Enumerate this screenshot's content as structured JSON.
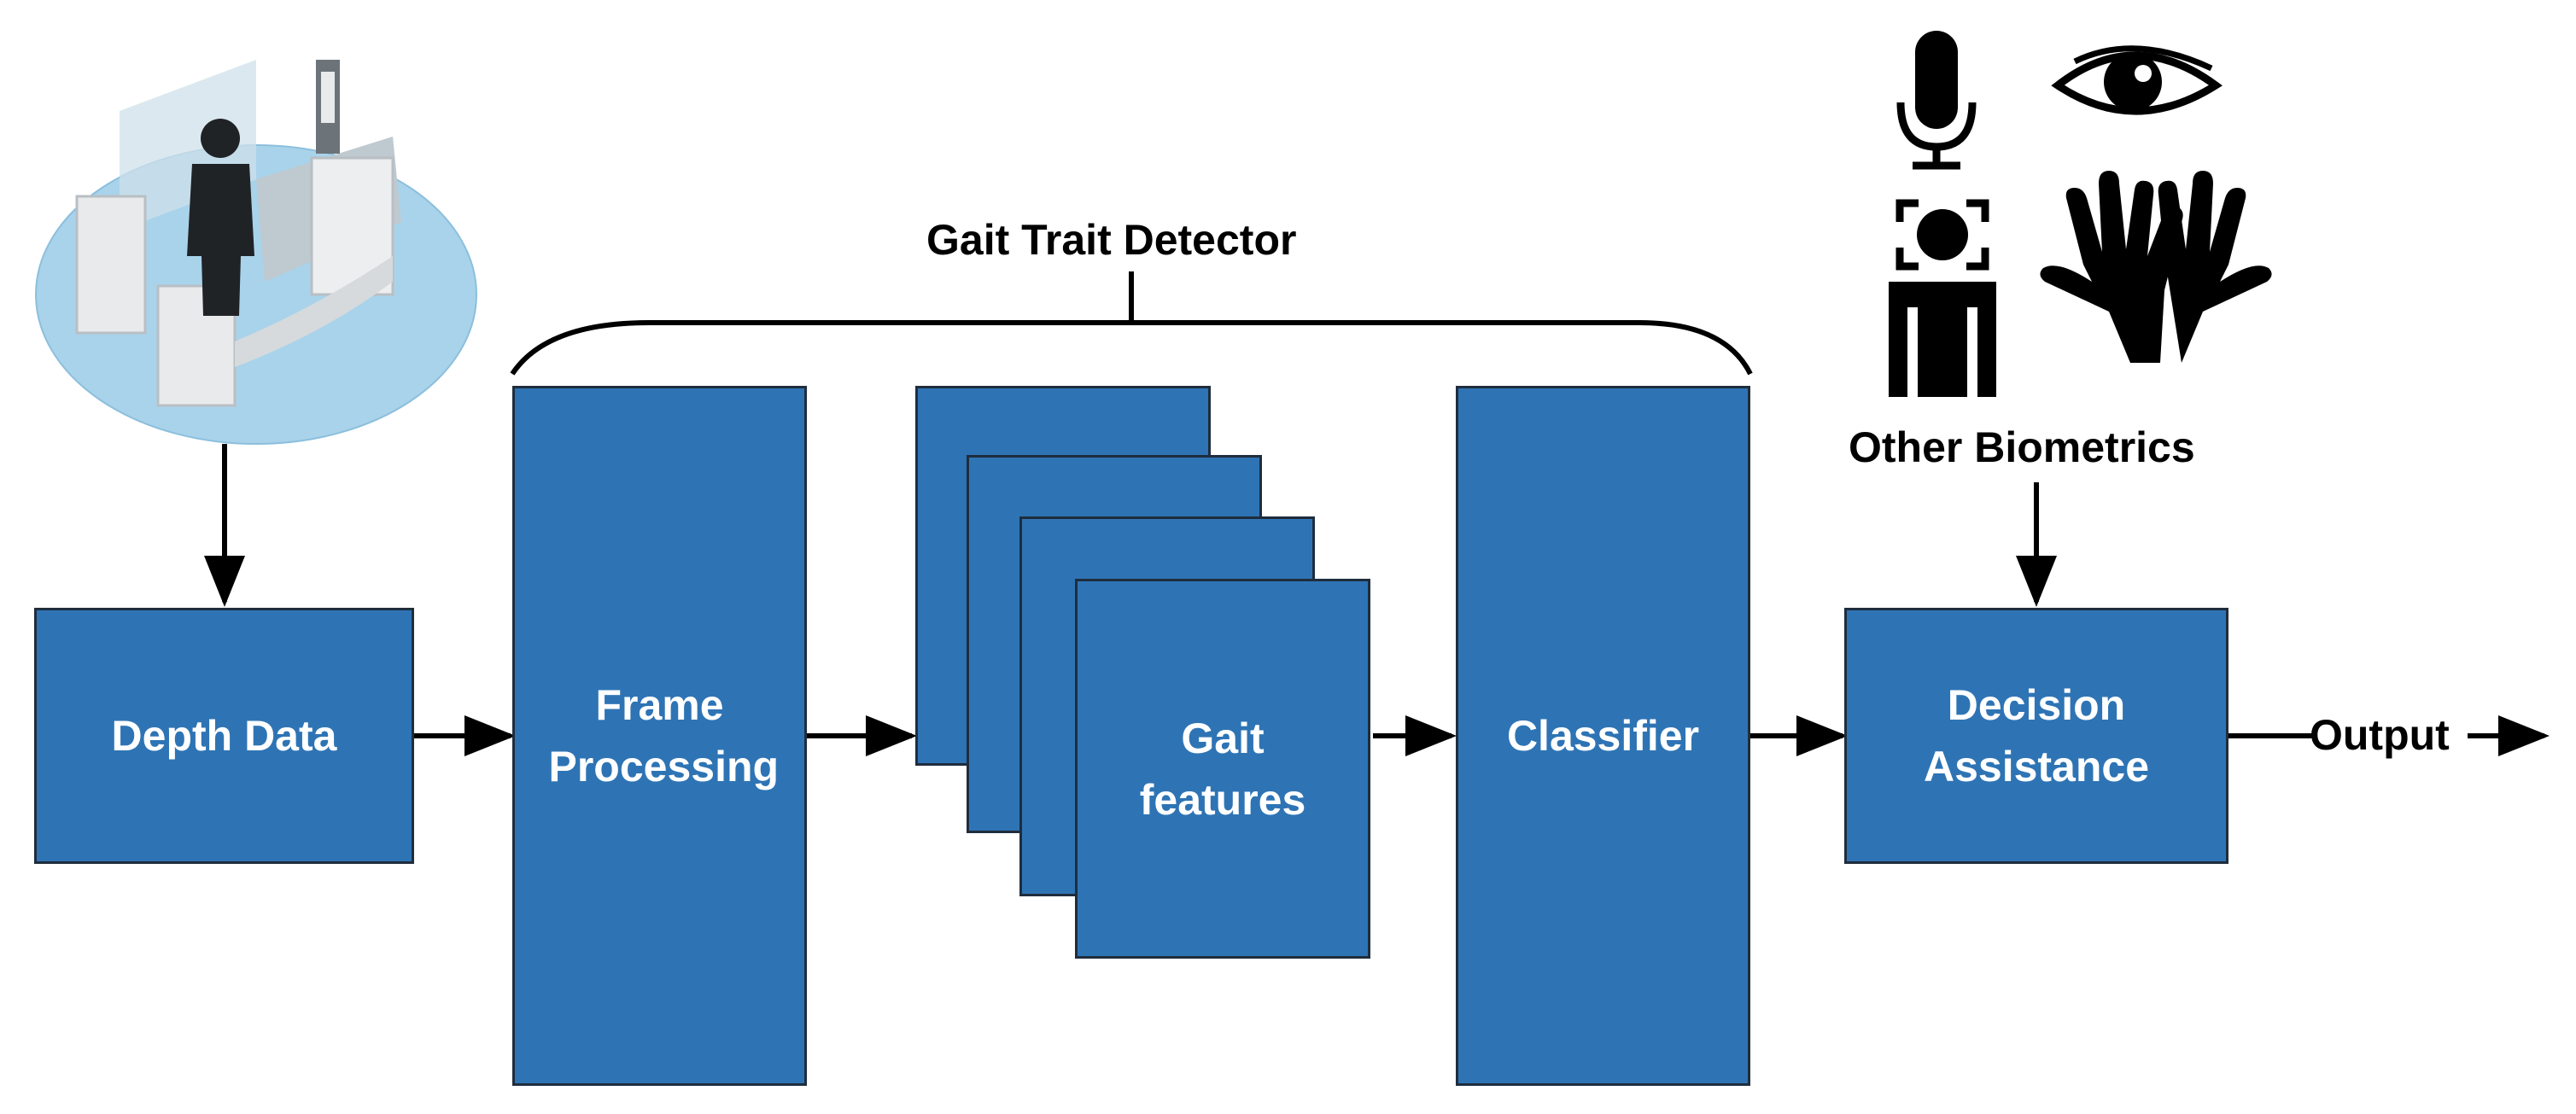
{
  "blocks": {
    "depth_data": "Depth Data",
    "frame_processing": "Frame Processing",
    "gait_features": "Gait features",
    "classifier": "Classifier",
    "decision_assistance": "Decision Assistance"
  },
  "labels": {
    "gait_trait_detector": "Gait Trait Detector",
    "other_biometrics": "Other Biometrics",
    "output": "Output"
  },
  "icons": [
    "security-gate-icon",
    "microphone-icon",
    "eye-icon",
    "face-scan-icon",
    "hands-icon"
  ],
  "colors": {
    "block_fill": "#2e74b5",
    "block_border": "#1f2d3d",
    "arrow": "#000000"
  }
}
